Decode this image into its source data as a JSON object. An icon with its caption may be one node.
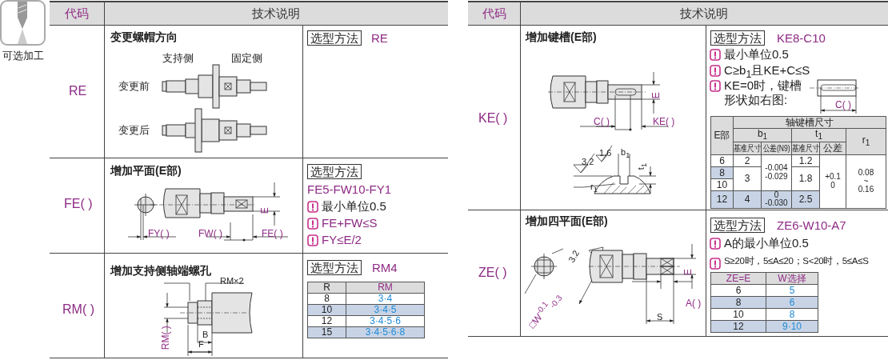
{
  "diagram": {
    "labels": [
      "可选加工",
      "代码",
      "技术说明",
      "RE",
      "变更螺帽方向",
      "支持侧",
      "固定侧",
      "变更前",
      "变更后",
      "选型方法",
      "RE",
      "FE( )",
      "增加平面(E部)",
      "E",
      "FY( )",
      "FW( )",
      "FE( )",
      "选型方法",
      "FE5-FW10-FY1",
      "最小单位0.5",
      "FE+FW≤S",
      "FY≤E/2",
      "RM( )",
      "增加支持侧轴端螺孔",
      "RM×2",
      "RM( )",
      "B",
      "F",
      "选型方法",
      "RM4",
      "R",
      "RM",
      "8",
      "3·4",
      "10",
      "3·4·5",
      "12",
      "3·4·5·6",
      "15",
      "3·4·5·6·8",
      "代码",
      "技术说明",
      "KE( )",
      "增加键槽(E部)",
      "E",
      "C( )",
      "KE( )",
      "3.2",
      "1.6",
      "b$_{1}$",
      "t$_{1}$",
      "r$_{1}$",
      "选型方法",
      "KE8-C10",
      "最小单位0.5",
      "C≥b$_{1}$且KE+C≤S",
      "KE=0时，键槽形状如右图:",
      "C( )",
      "E部",
      "轴键槽尺寸",
      "b$_{1}$",
      "t$_{1}$",
      "r$_{1}$",
      "基准尺寸",
      "公差(N9)",
      "基准尺寸",
      "公差",
      "6",
      "2",
      "-0.004 -0.029",
      "1.2",
      "+0.1 0",
      "0.08 ~ 0.16",
      "8",
      "3",
      "1.8",
      "10",
      "12",
      "4",
      "0 -0.030",
      "2.5",
      "ZE( )",
      "增加四平面(E部)",
      "3.2",
      "□W$^{-0.1}$$_{-0.3}$",
      "E",
      "A( )",
      "S",
      "选型方法",
      "ZE6-W10-A7",
      "A的最小单位0.5",
      "S≥20时，5≤A≤20；S<20时，5≤A≤S",
      "ZE=E",
      "W选择",
      "6",
      "5",
      "8",
      "6",
      "10",
      "8",
      "12",
      "9·10"
    ]
  }
}
